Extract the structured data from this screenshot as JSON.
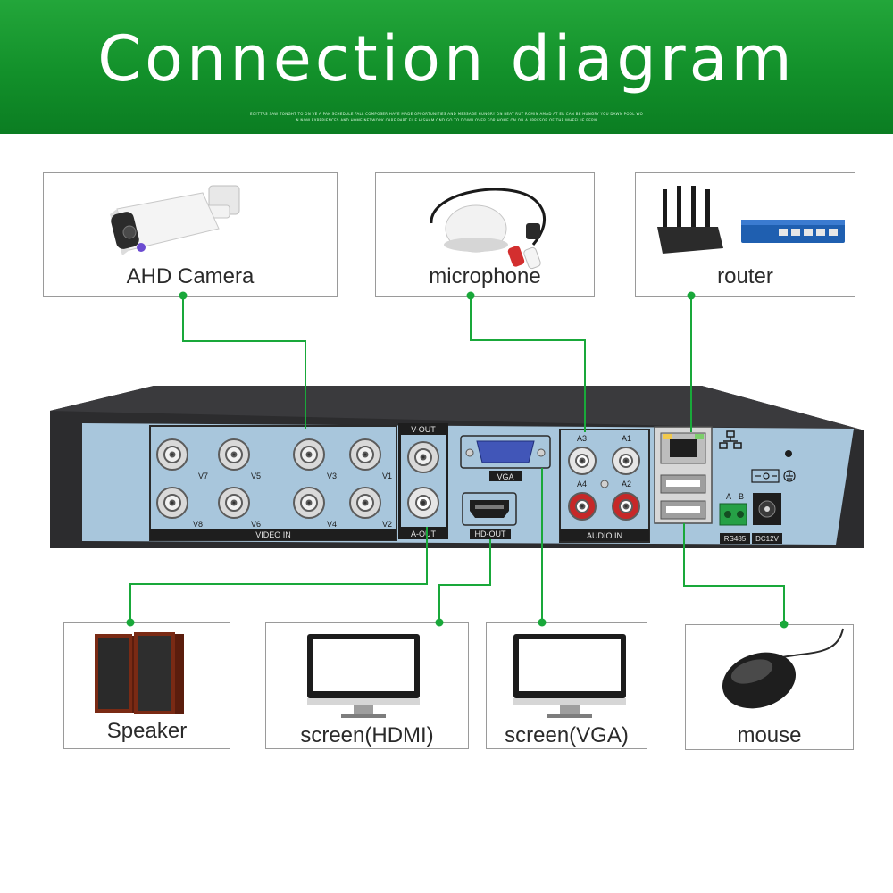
{
  "header": {
    "title": "Connection diagram",
    "fine_print_1": "ECYTTRS SAW TONGHT TO ON VE A PAK SCHEDULE FALL COMPOSER HAVE MADE OPPORTUNITIES AND MESSAGE HUNGRY ON BEAT RUT ROMIN AMAD AT ER CAN BE HUNGRY YOU DAWN POOL WO",
    "fine_print_2": "N NOW EXPERIENCES AND HOME NETWORK CARE PART FILE HISHAM OND GO TO DOWN OVER FOR HOME ON ON A PPRESOR OF THE WHEEL IE BERN"
  },
  "devices": {
    "camera": "AHD Camera",
    "microphone": "microphone",
    "router": "router",
    "speaker": "Speaker",
    "screen_hdmi": "screen(HDMI)",
    "screen_vga": "screen(VGA)",
    "mouse": "mouse"
  },
  "dvr_panel": {
    "video_in": "VIDEO IN",
    "channels_top": [
      "V7",
      "V5",
      "V3",
      "V1"
    ],
    "channels_bottom": [
      "V8",
      "V6",
      "V4",
      "V2"
    ],
    "v_out": "V-OUT",
    "a_out": "A-OUT",
    "vga": "VGA",
    "hd_out": "HD-OUT",
    "audio_top": [
      "A3",
      "A1"
    ],
    "audio_bottom": [
      "A4",
      "A2"
    ],
    "audio_in": "AUDIO IN",
    "rs485_a": "A",
    "rs485_b": "B",
    "rs485": "RS485",
    "dc12v": "DC12V"
  },
  "colors": {
    "header_green": "#1a9a32",
    "connector_line": "#19a83a",
    "panel_blue": "#a8c6dc",
    "chassis": "#2c2c2e"
  }
}
